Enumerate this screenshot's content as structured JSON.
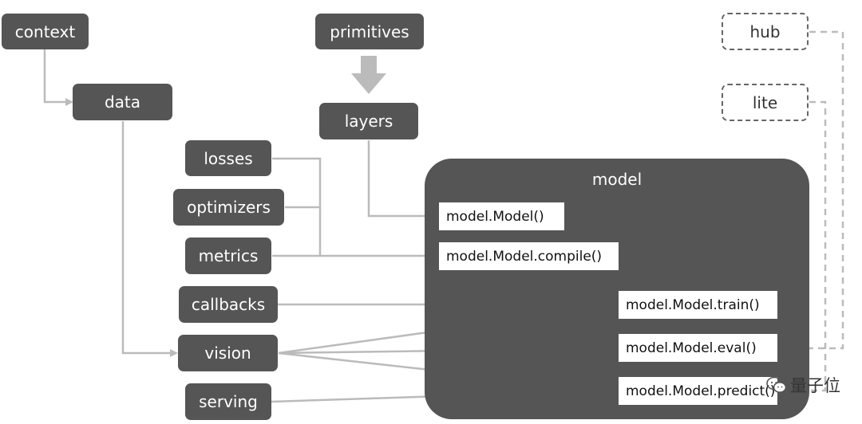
{
  "nodes": {
    "context": "context",
    "primitives": "primitives",
    "data": "data",
    "layers": "layers",
    "losses": "losses",
    "optimizers": "optimizers",
    "metrics": "metrics",
    "callbacks": "callbacks",
    "vision": "vision",
    "serving": "serving",
    "hub": "hub",
    "lite": "lite"
  },
  "model": {
    "title": "model",
    "methods": {
      "model_fn": "model.Model()",
      "compile": "model.Model.compile()",
      "train": "model.Model.train()",
      "eval": "model.Model.eval()",
      "predict": "model.Model.predict()"
    }
  },
  "watermark": {
    "text": "量子位"
  },
  "colors": {
    "node_fill": "#555555",
    "edge": "#bbbbbb",
    "dashed_border": "#666666"
  }
}
